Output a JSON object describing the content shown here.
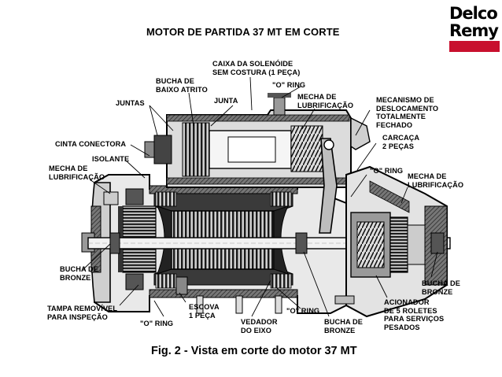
{
  "title": "MOTOR DE PARTIDA 37 MT EM CORTE",
  "logo": {
    "line1": "Delco",
    "line2": "Remy"
  },
  "caption": "Fig. 2 - Vista em corte do motor 37 MT",
  "labels": {
    "caixa": "CAIXA DA SOLENÓIDE\nSEM COSTURA (1 PEÇA)",
    "bucha_atrito": "BUCHA DE\nBAIXO ATRITO",
    "o_ring_top": "\"O\" RING",
    "juntas": "JUNTAS",
    "junta": "JUNTA",
    "mecha_top": "MECHA DE\nLUBRIFICAÇÃO",
    "mecanismo": "MECANISMO DE\nDESLOCAMENTO\nTOTALMENTE\nFECHADO",
    "carcaca": "CARCAÇA\n2 PEÇAS",
    "cinta": "CINTA CONECTORA",
    "isolante": "ISOLANTE",
    "mecha_left": "MECHA DE\nLUBRIFICAÇÃO",
    "o_ring_right": "\"O\" RING",
    "mecha_right": "MECHA DE\nLUBRIFICAÇÃO",
    "bucha_bronze_left": "BUCHA DE\nBRONZE",
    "bucha_bronze_right": "BUCHA DE\nBRONZE",
    "tampa": "TAMPA REMOVÍVEL\nPARA INSPEÇÃO",
    "escova": "ESCOVA\n1 PEÇA",
    "o_ring_bottom_left": "\"O\" RING",
    "o_ring_bottom_mid": "\"O\" RING",
    "vedador": "VEDADOR\nDO EIXO",
    "bucha_bronze_bottom": "BUCHA DE\nBRONZE",
    "acionador": "ACIONADOR\nDE 5 ROLETES\nPARA SERVIÇOS\nPESADOS"
  }
}
